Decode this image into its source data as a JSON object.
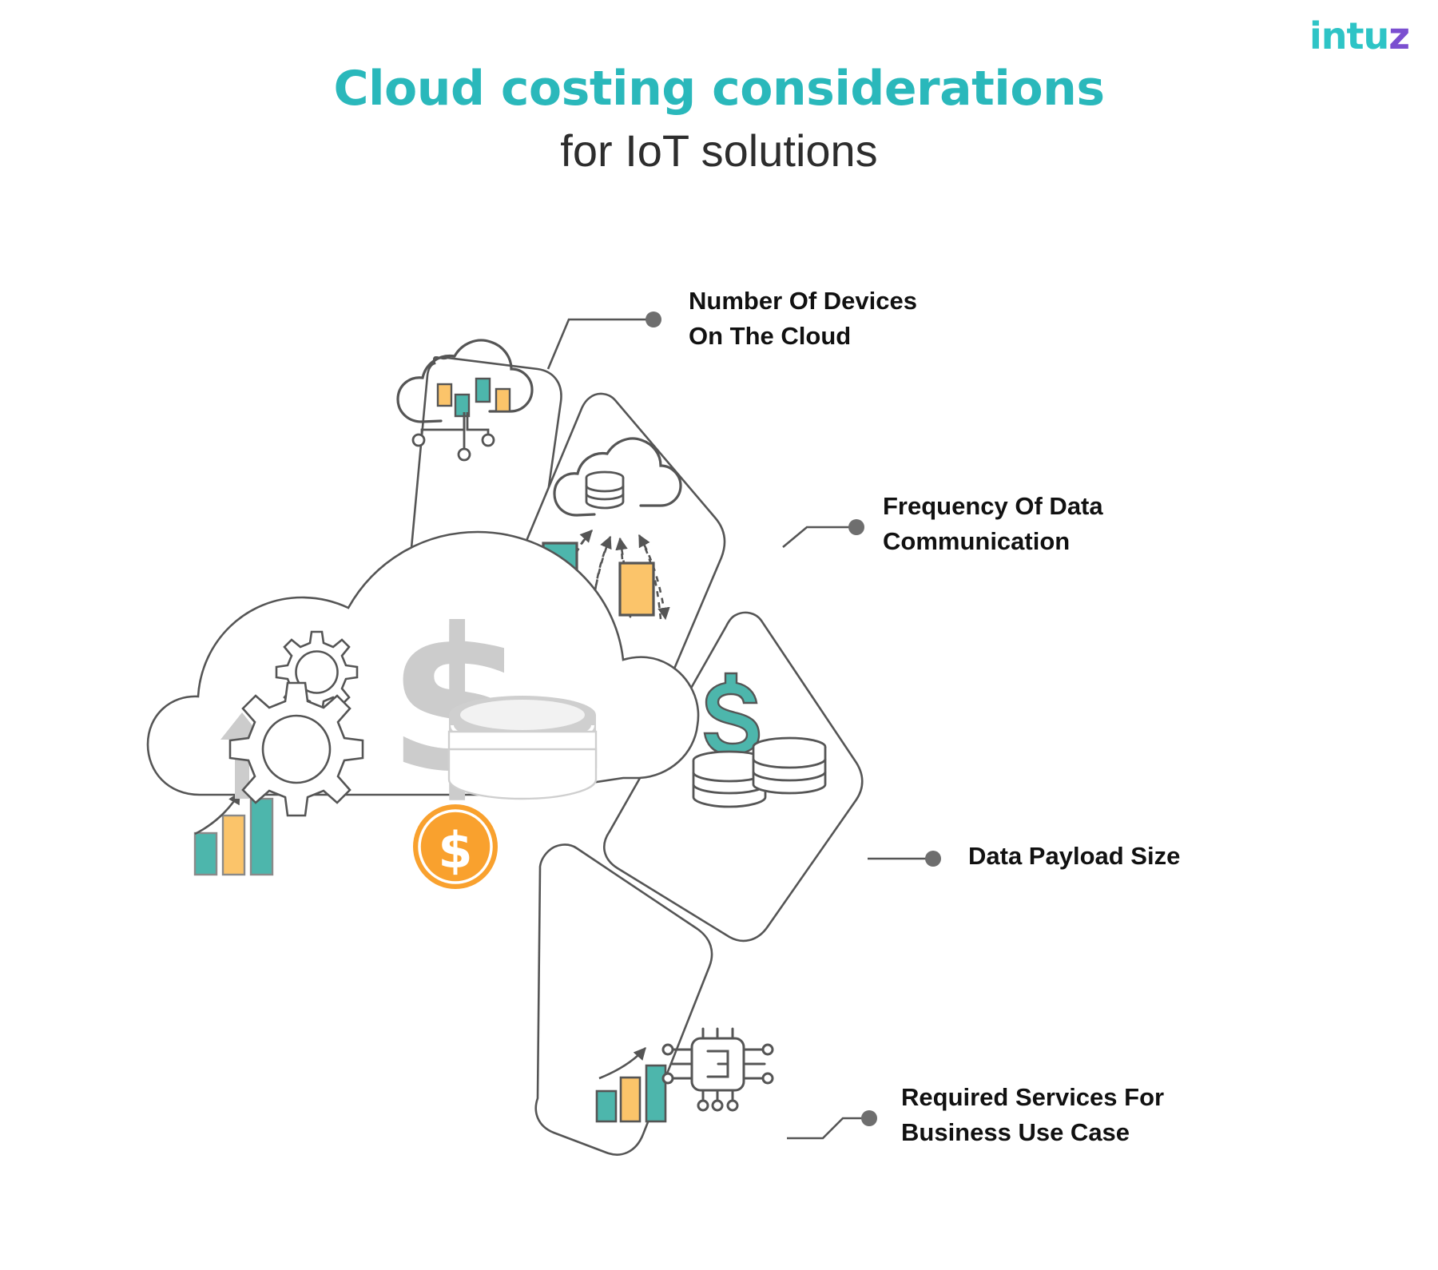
{
  "brand": {
    "logo_text": "intu",
    "logo_accent": "z",
    "logo_color": "#2ec4c6",
    "logo_accent_color": "#7b4fd0"
  },
  "header": {
    "title_line1": "Cloud costing considerations",
    "title_line2": "for IoT solutions",
    "title_color": "#2ab8bb",
    "subtitle_color": "#2d2d2d"
  },
  "palette": {
    "teal": "#4db6ac",
    "orange": "#fbc46a",
    "outline": "#555555",
    "gray_light": "#cccccc",
    "coin_orange": "#f9a12e"
  },
  "items": [
    {
      "id": "devices-on-cloud",
      "label": "Number Of Devices\nOn The Cloud",
      "icon": "cloud-devices-icon"
    },
    {
      "id": "frequency-of-data",
      "label": "Frequency Of Data\nCommunication",
      "icon": "cloud-database-sync-icon"
    },
    {
      "id": "data-payload-size",
      "label": "Data Payload Size",
      "icon": "dollar-coins-icon"
    },
    {
      "id": "required-services",
      "label": "Required Services For\nBusiness Use Case",
      "icon": "chart-chip-icon"
    }
  ],
  "center": {
    "name": "cloud-cost-illustration",
    "elements": [
      "cloud-outline",
      "bar-chart",
      "growth-arrow",
      "up-arrow",
      "gear-large",
      "gear-small",
      "dollar-sign",
      "coin-stack",
      "dollar-coin"
    ]
  }
}
